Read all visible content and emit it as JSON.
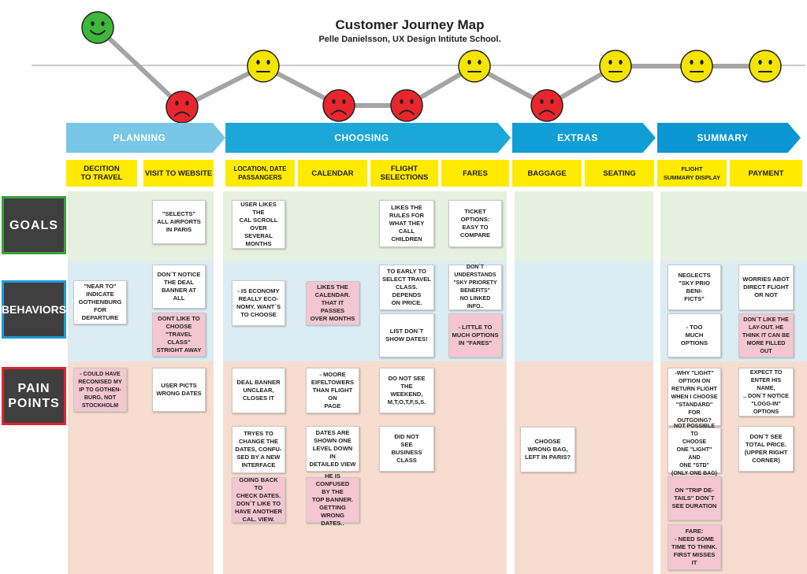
{
  "title": "Customer Journey Map",
  "subtitle": "Pelle Danielsson, UX Design Intitute School.",
  "colors": {
    "happy": "#3db83a",
    "neutral": "#f5e400",
    "sad": "#e8262d",
    "phase_planning": "#78c7e6",
    "phase_choosing": "#1ba8d8",
    "phase_extras": "#0f9fd6",
    "phase_summary": "#0b96d2",
    "goals_band": "#e6f0df",
    "behaviors_band": "#dcecf3",
    "pain_band": "#f6ddd0",
    "category": "#ffea00"
  },
  "emotions": [
    "happy",
    "sad",
    "neutral",
    "sad",
    "sad",
    "neutral",
    "sad",
    "neutral",
    "neutral",
    "neutral"
  ],
  "phases": [
    {
      "label": "PLANNING"
    },
    {
      "label": "CHOOSING"
    },
    {
      "label": "EXTRAS"
    },
    {
      "label": "SUMMARY"
    }
  ],
  "categories": [
    "DECITION\nTO TRAVEL",
    "VISIT TO WEBSITE",
    "LOCATION, DATE\nPASSANGERS",
    "CALENDAR",
    "FLIGHT\nSELECTIONS",
    "FARES",
    "BAGGAGE",
    "SEATING",
    "FLIGHT\nSUMMARY DISPLAY",
    "PAYMENT"
  ],
  "rows": {
    "goals": "GOALS",
    "behaviors": "BEHAVIORS",
    "pain": "PAIN\nPOINTS"
  },
  "notes": {
    "g1": "\"SELECTS\"\nALL AIRPORTS\nIN PARIS",
    "g2": "USER LIKES THE\nCAL SCROLL\nOVER\nSEVERAL\nMONTHS",
    "g3": "LIKES THE\nRULES FOR\nWHAT THEY CALL\nCHILDREN",
    "g4": "TICKET\nOPTIONS:\nEASY TO\nCOMPARE",
    "b1": "\"NEAR TO\"\nINDICATE\nGOTHENBURG\nFOR DEPARTURE",
    "b2": "DON´T NOTICE\nTHE DEAL\nBANNER AT ALL",
    "b3": "DONT LIKE TO\nCHOOSE\n\"TRAVEL CLASS\"\nSTRIGHT AWAY",
    "b4": "- IS ECONOMY\nREALLY ECO-\nNOMY. WANT´S\nTO CHOOSE",
    "b5": "LIKES THE\nCALENDAR.\nTHAT IT PASSES\nOVER MONTHS",
    "b6": "TO EARLY TO\nSELECT TRAVEL\nCLASS. DEPENDS\nON PRICE.",
    "b7": "LIST DON´T\nSHOW DATES!",
    "b8": "DON´T\nUNDERSTANDS\n\"SKY PRIORETY\nBENEFITS\"\nNO LINKED INFO..",
    "b9": "- LITTLE TO\nMUCH OPTIONS\nIN \"FARES\"",
    "b10": "NEGLECTS\n\"SKY PRIO BENI-\nFICTS\"",
    "b11": "- TOO\nMUCH\nOPTIONS",
    "b12": "WORRIES ABOT\nDIRECT FLIGHT\nOR NOT",
    "b13": "DON´T LIKE THE\nLAY-OUT. HE\nTHINK IT CAN BE\nMORE FILLED\nOUT",
    "p1": "- COULD HAVE\nRECONISED MY\nIP TO GOTHEN-\nBURG, NOT\nSTOCKHOLM",
    "p2": "USER PICTS\nWRONG DATES",
    "p3": "DEAL BANNER\nUNCLEAR,\nCLOSES IT",
    "p4": "TRYES TO\nCHANGE THE\nDATES, CONFU-\nSED BY A NEW\nINTERFACE",
    "p5": "GOING BACK TO\nCHECK DATES.\nDON´T LIKE TO\nHAVE ANOTHER\nCAL. VIEW.",
    "p6": "- MOORE\nEIFELTOWERS\nTHAN FLIGHT ON\nPAGE",
    "p7": "DATES ARE\nSHOWN ONE\nLEVEL DOWN IN\nDETAILED VIEW",
    "p8": "HE IS CONFUSED\nBY THE\nTOP BANNER.\nGETTING WRONG\nDATES..",
    "p9": "DO NOT SEE THE\nWEEKEND,\nM,T,O,T,F,S,S.",
    "p10": "DID NOT\nSEE\nBUSINESS\nCLASS",
    "p11": "CHOOSE\nWRONG BAG,\nLEFT IN PARIS?",
    "p12": "-WHY \"LIGHT\"\nOPTION ON\nRETURN FLIGHT\nWHEN I CHOOSE\n\"STANDARD\" FOR\nOUTGOING?",
    "p13": "NOT POSSIBLE TO\nCHOOSE\nONE \"LIGHT\" AND\nONE \"STD\"\n(ONLY ONE BAG)",
    "p14": "ON \"TRIP DE-\nTAILS\" DON´T\nSEE DURATION",
    "p15": "FARE:\n- NEED SOME\nTIME TO THINK.\nFIRST MISSES IT",
    "p16": "EXPECT TO\nENTER HIS NAME,\n.. DON´T NOTICE\n\"LOGG-IN\"\nOPTIONS",
    "p17": "DON´T SEE\nTOTAL PRICE.\n(UPPER RIGHT\nCORNER)"
  }
}
